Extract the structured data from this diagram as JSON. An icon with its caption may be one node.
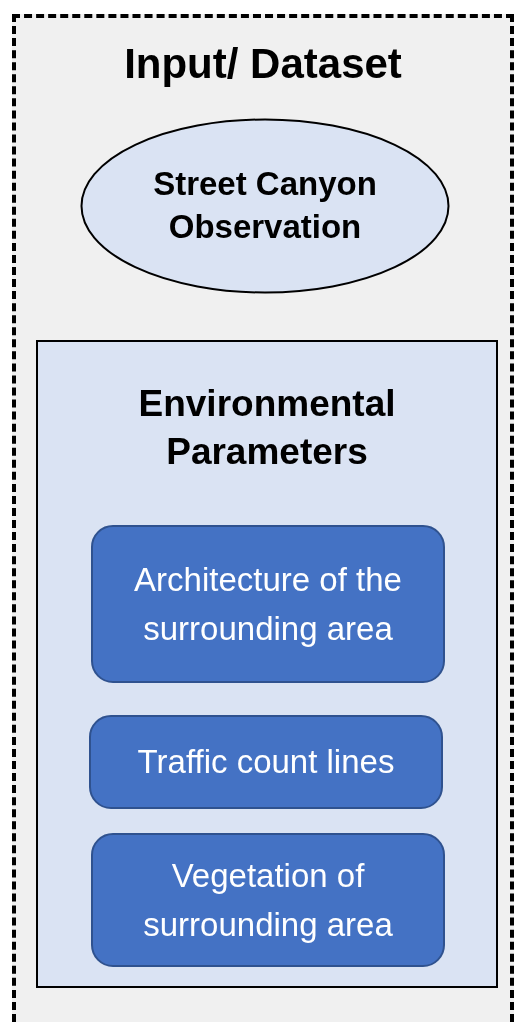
{
  "diagram": {
    "nodes": [
      {
        "text": [
          "Input/ Dataset"
        ]
      },
      {
        "text": [
          "Street Canyon Observation"
        ],
        "in": 0
      },
      {
        "text": [
          "Environmental Parameters"
        ],
        "in": 0
      },
      {
        "text": [
          "Architecture of the surrounding area"
        ],
        "in": 2
      },
      {
        "text": [
          "Traffic count lines"
        ],
        "in": 2
      },
      {
        "text": [
          "Vegetation of surrounding area"
        ],
        "in": 2
      }
    ]
  }
}
